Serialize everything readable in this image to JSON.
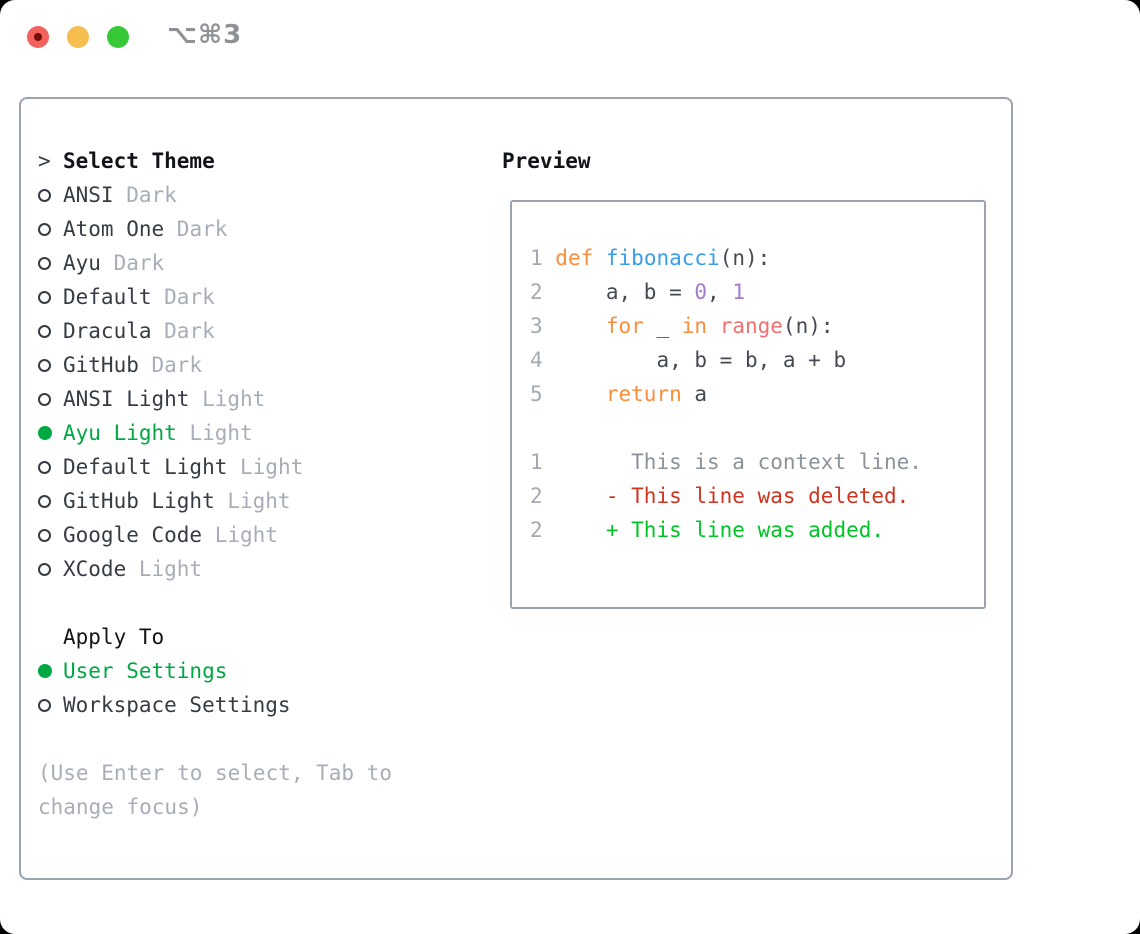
{
  "window": {
    "shortcut": "⌥⌘3"
  },
  "theme_panel": {
    "title_marker": ">",
    "title": "Select Theme",
    "themes": [
      {
        "name": "ANSI",
        "variant": "Dark",
        "selected": false
      },
      {
        "name": "Atom One",
        "variant": "Dark",
        "selected": false
      },
      {
        "name": "Ayu",
        "variant": "Dark",
        "selected": false
      },
      {
        "name": "Default",
        "variant": "Dark",
        "selected": false
      },
      {
        "name": "Dracula",
        "variant": "Dark",
        "selected": false
      },
      {
        "name": "GitHub",
        "variant": "Dark",
        "selected": false
      },
      {
        "name": "ANSI Light",
        "variant": "Light",
        "selected": false
      },
      {
        "name": "Ayu Light",
        "variant": "Light",
        "selected": true
      },
      {
        "name": "Default Light",
        "variant": "Light",
        "selected": false
      },
      {
        "name": "GitHub Light",
        "variant": "Light",
        "selected": false
      },
      {
        "name": "Google Code",
        "variant": "Light",
        "selected": false
      },
      {
        "name": "XCode",
        "variant": "Light",
        "selected": false
      }
    ],
    "apply_to": {
      "title": "Apply To",
      "options": [
        {
          "label": "User Settings",
          "selected": true
        },
        {
          "label": "Workspace Settings",
          "selected": false
        }
      ]
    },
    "help": "(Use Enter to select, Tab to\nchange focus)"
  },
  "preview": {
    "title": "Preview",
    "code_lines": [
      {
        "no": "1",
        "tokens": [
          {
            "text": "def",
            "type": "keyword"
          },
          {
            "text": " ",
            "type": "plain"
          },
          {
            "text": "fibonacci",
            "type": "function"
          },
          {
            "text": "(n):",
            "type": "plain"
          }
        ]
      },
      {
        "no": "2",
        "tokens": [
          {
            "text": "    a, b = ",
            "type": "plain"
          },
          {
            "text": "0",
            "type": "number"
          },
          {
            "text": ", ",
            "type": "plain"
          },
          {
            "text": "1",
            "type": "number"
          }
        ]
      },
      {
        "no": "3",
        "tokens": [
          {
            "text": "    ",
            "type": "plain"
          },
          {
            "text": "for",
            "type": "keyword"
          },
          {
            "text": " _ ",
            "type": "plain"
          },
          {
            "text": "in",
            "type": "keyword"
          },
          {
            "text": " ",
            "type": "plain"
          },
          {
            "text": "range",
            "type": "builtin"
          },
          {
            "text": "(n):",
            "type": "plain"
          }
        ]
      },
      {
        "no": "4",
        "tokens": [
          {
            "text": "        a, b = b, a + b",
            "type": "plain"
          }
        ]
      },
      {
        "no": "5",
        "tokens": [
          {
            "text": "    ",
            "type": "plain"
          },
          {
            "text": "return",
            "type": "keyword"
          },
          {
            "text": " a",
            "type": "plain"
          }
        ]
      }
    ],
    "diff_lines": [
      {
        "no": "1",
        "text": "      This is a context line.",
        "type": "context"
      },
      {
        "no": "2",
        "text": "    - This line was deleted.",
        "type": "deleted"
      },
      {
        "no": "2",
        "text": "    + This line was added.",
        "type": "added"
      }
    ]
  },
  "colors": {
    "tl_red": "#f2615b",
    "tl_red_dot": "#750d06",
    "tl_yellow": "#f6bd4f",
    "tl_green": "#37c837",
    "shortcut": "#8e9297",
    "border": "#9aa3ad",
    "heading": "#111419",
    "text": "#363c44",
    "muted": "#a7aeb8",
    "green": "#00a843",
    "lineno": "#a3aab2",
    "code_fg": "#444a52",
    "keyword": "#fa8d3e",
    "function": "#399ee6",
    "number": "#a37acc",
    "builtin": "#f07171",
    "context": "#8b9299",
    "deleted": "#cc3420",
    "added": "#00c426"
  }
}
